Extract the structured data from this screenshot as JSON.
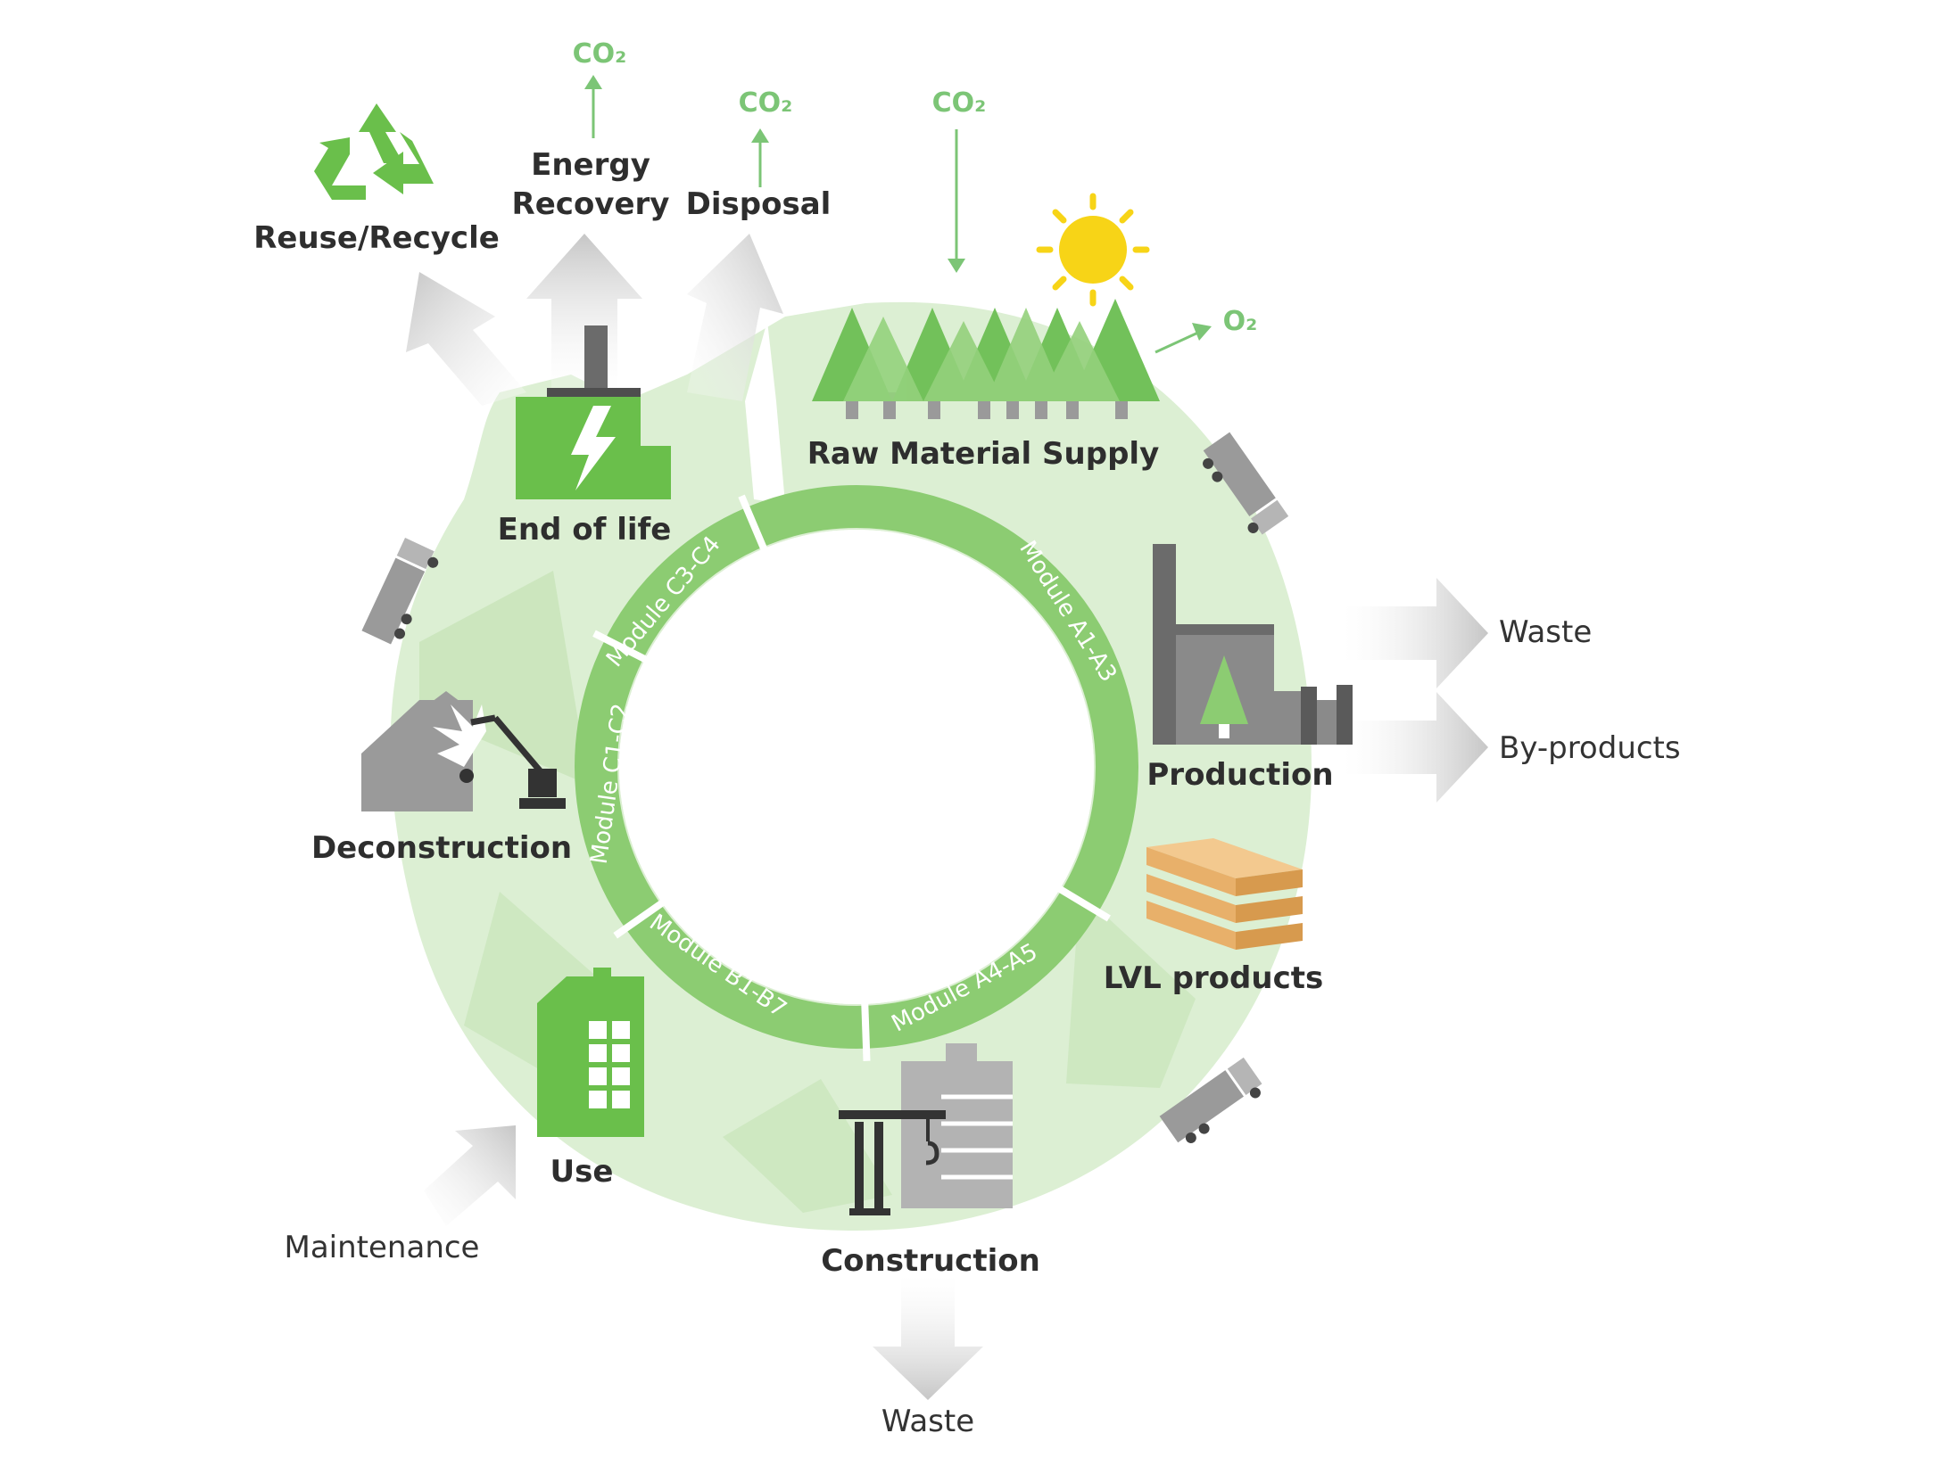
{
  "stages": {
    "raw_material": "Raw Material Supply",
    "production": "Production",
    "lvl_products": "LVL products",
    "construction": "Construction",
    "use": "Use",
    "deconstruction": "Deconstruction",
    "end_of_life": "End of life"
  },
  "outputs": {
    "reuse": "Reuse/Recycle",
    "energy_line1": "Energy",
    "energy_line2": "Recovery",
    "disposal": "Disposal",
    "waste_production": "Waste",
    "byproducts": "By-products",
    "waste_construction": "Waste",
    "maintenance": "Maintenance"
  },
  "gases": {
    "co2_energy": "CO₂",
    "co2_disposal": "CO₂",
    "co2_forest": "CO₂",
    "o2": "O₂"
  },
  "modules": {
    "a1_a3": "Module A1-A3",
    "a4_a5": "Module A4-A5",
    "b1_b7": "Module B1-B7",
    "c1_c2": "Module C1-C2",
    "c3_c4": "Module C3-C4"
  },
  "colors": {
    "ring_light": "#dcefd3",
    "ring_mid": "#c4e3b5",
    "module_ring": "#8ccc72",
    "icon_green": "#6abf4b",
    "tree_green": "#72c15a",
    "gray_icon": "#8a8a8a",
    "arrow_gray": "#c8c8c8",
    "gas_green": "#7cc576",
    "sun": "#f7d417",
    "wood": "#e8b06a"
  }
}
